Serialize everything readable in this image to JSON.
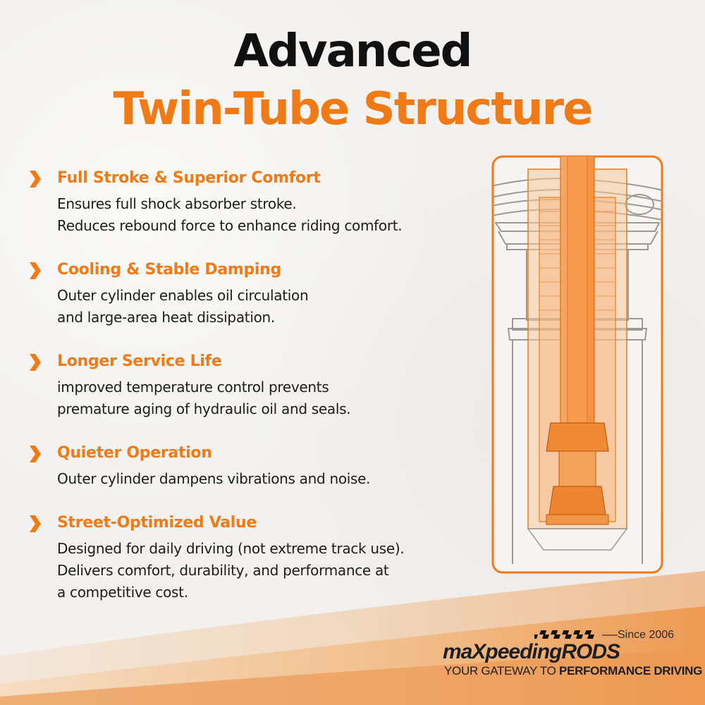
{
  "title": {
    "line1": "Advanced",
    "line2": "Twin-Tube Structure"
  },
  "colors": {
    "accent": "#f07b16",
    "text": "#1c1c1c",
    "background": "#f2f1ef"
  },
  "features": [
    {
      "title": "Full Stroke & Superior Comfort",
      "lines": [
        "Ensures full shock absorber stroke.",
        "Reduces rebound force to enhance riding comfort."
      ]
    },
    {
      "title": "Cooling & Stable Damping",
      "lines": [
        "Outer cylinder enables oil circulation",
        "and large-area heat dissipation."
      ]
    },
    {
      "title": "Longer Service Life",
      "lines": [
        "improved temperature control prevents",
        "premature aging of hydraulic oil and seals."
      ]
    },
    {
      "title": "Quieter Operation",
      "lines": [
        "Outer cylinder dampens vibrations and noise."
      ]
    },
    {
      "title": "Street-Optimized Value",
      "lines": [
        "Designed for daily driving (not extreme track use).",
        "Delivers comfort, durability, and performance at",
        "a competitive cost."
      ]
    }
  ],
  "brand": {
    "since": "Since 2006",
    "name": "maXpeedingRODS",
    "tagline_prefix": "YOUR GATEWAY TO ",
    "tagline_bold": "PERFORMANCE DRIVING"
  },
  "icons": {
    "bullet": "chevron-right-icon",
    "diagram": "twin-tube-shock-absorber-diagram"
  }
}
